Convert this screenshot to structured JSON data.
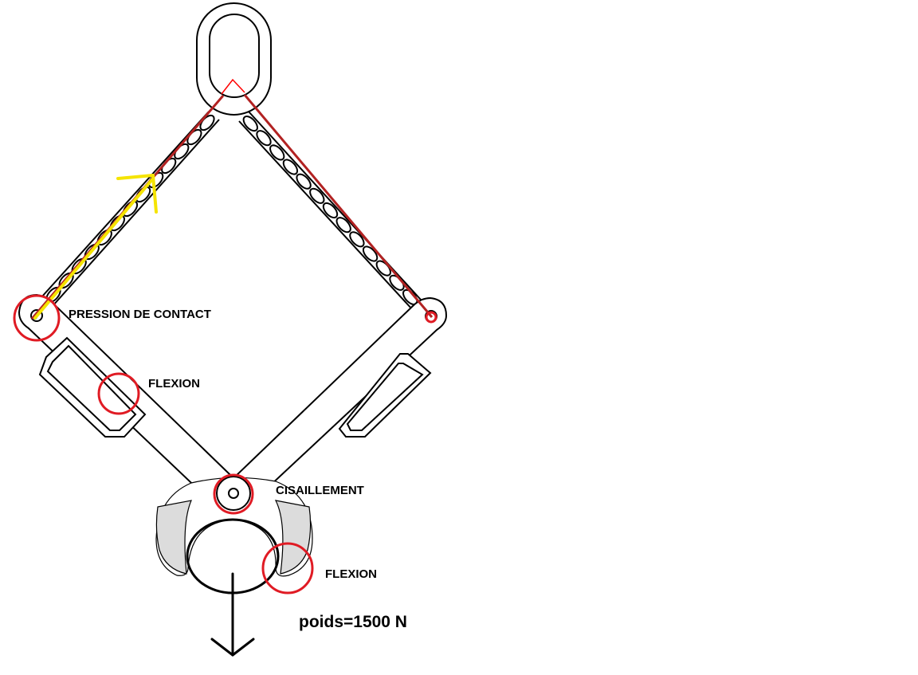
{
  "labels": {
    "contact_pressure": "PRESSION DE CONTACT",
    "bending_upper": "FLEXION",
    "shear": "CISAILLEMENT",
    "bending_lower": "FLEXION",
    "weight": "poids=1500 N"
  },
  "colors": {
    "outline": "#000000",
    "highlight_circle": "#e01b24",
    "chain_force_line": "#b22222",
    "force_arrow": "#f5e400",
    "jaw_fill": "#dcdcdc",
    "apex_marker": "#ff0000",
    "contact_dot": "#00bcd4"
  },
  "icons": {
    "weight_arrow": "arrow-down-icon",
    "force_arrow": "arrow-up-right-icon"
  }
}
